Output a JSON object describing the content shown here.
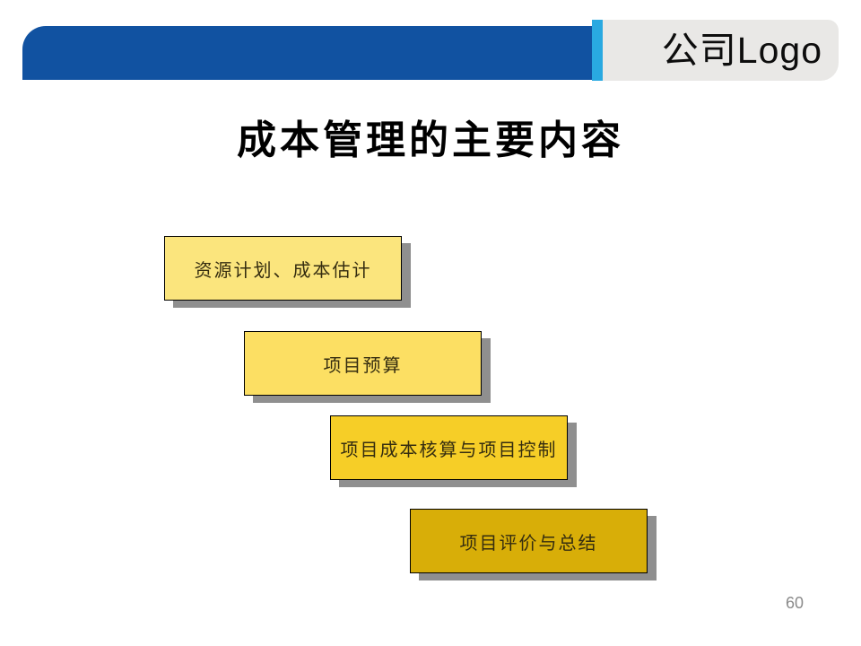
{
  "header": {
    "logo_text": "公司Logo",
    "bar_color": "#1152A1",
    "accent_color": "#29A9E1",
    "logo_bg_color": "#E9E8E6"
  },
  "title": "成本管理的主要内容",
  "box_text_color": "#352D10",
  "shadow_color": "#8F8F8F",
  "steps": [
    {
      "label": "资源计划、成本估计",
      "color": "#FBE57D"
    },
    {
      "label": "项目预算",
      "color": "#FCDF63"
    },
    {
      "label": "项目成本核算与项目控制",
      "color": "#F6CE27"
    },
    {
      "label": "项目评价与总结",
      "color": "#D8AE08"
    }
  ],
  "page_number": "60",
  "chart_data": {
    "type": "table",
    "title": "成本管理的主要内容",
    "categories": [
      "资源计划、成本估计",
      "项目预算",
      "项目成本核算与项目控制",
      "项目评价与总结"
    ],
    "layout": "staircase-top-left-to-bottom-right"
  }
}
